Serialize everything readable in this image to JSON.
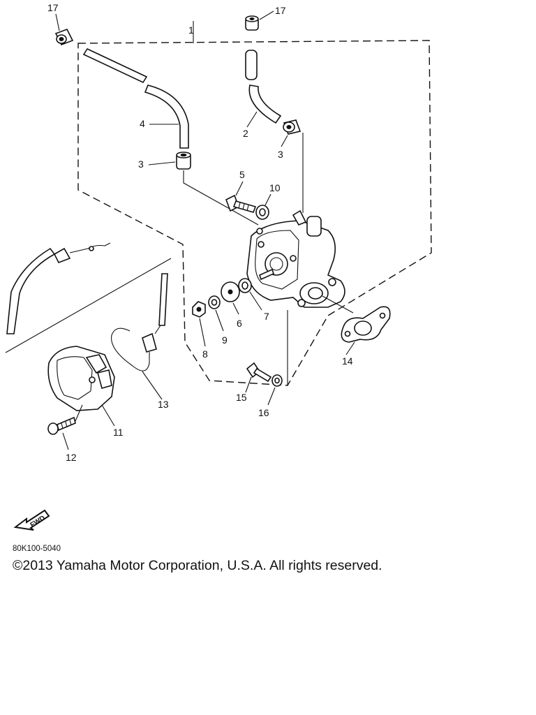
{
  "labels": {
    "p1": "1",
    "p2": "2",
    "p3a": "3",
    "p3b": "3",
    "p4": "4",
    "p5": "5",
    "p6": "6",
    "p7": "7",
    "p8": "8",
    "p9": "9",
    "p10": "10",
    "p11": "11",
    "p12": "12",
    "p13": "13",
    "p14": "14",
    "p15": "15",
    "p16": "16",
    "p17a": "17",
    "p17b": "17"
  },
  "badge": {
    "text": "FWD",
    "icon": "forward-arrow-icon"
  },
  "footer": {
    "diagram_code": "80K100-5040",
    "copyright": "©2013 Yamaha Motor Corporation, U.S.A. All rights reserved."
  }
}
